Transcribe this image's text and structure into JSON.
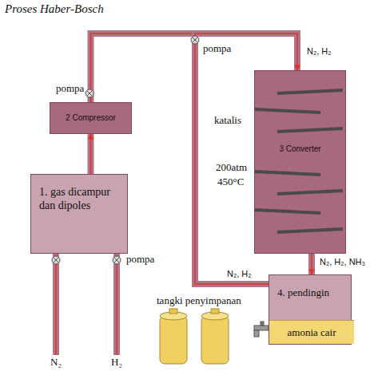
{
  "diagram": {
    "title": "Proses Haber-Bosch",
    "nodes": [
      {
        "text": [
          "1. gas dicampur dan dipoles"
        ]
      },
      {
        "text": [
          "2 Compressor"
        ]
      },
      {
        "text": [
          "3 Converter"
        ]
      },
      {
        "text": [
          "4. pendingin"
        ]
      },
      {
        "text": [
          "amonia cair"
        ],
        "in": 3
      }
    ],
    "edges": [
      {
        "from": 0,
        "to": 1,
        "arrow": "to"
      },
      {
        "from": 1,
        "to": 2,
        "label": "N₂, H₂",
        "arrow": "to"
      },
      {
        "from": 2,
        "to": 3,
        "label": "N₂, H₂, NH₃",
        "arrow": "to"
      },
      {
        "from": 3,
        "to": 2,
        "label": "N₂, H₂",
        "arrow": "to"
      }
    ],
    "labels": [
      "pompa",
      "pompa",
      "pompa",
      "katalis",
      "200atm",
      "450°C",
      "tangki penyimpanan",
      "N₂",
      "H₂"
    ]
  }
}
